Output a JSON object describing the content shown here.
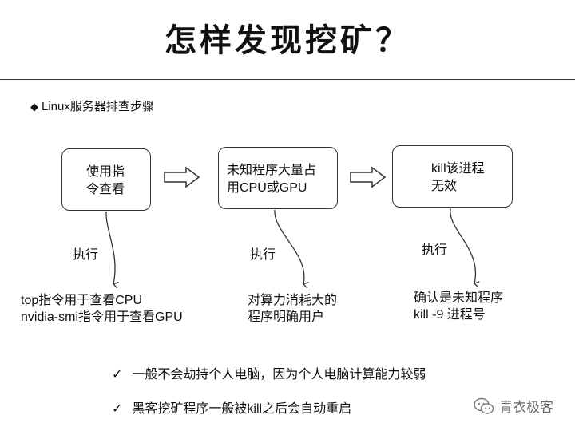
{
  "title": "怎样发现挖矿？",
  "subtitle": "Linux服务器排查步骤",
  "steps": [
    {
      "box_lines": [
        "使用指",
        "令查看"
      ],
      "action": "执行",
      "result": [
        "top指令用于查看CPU",
        "nvidia-smi指令用于查看GPU"
      ]
    },
    {
      "box_lines": [
        "未知程序大量占",
        "用CPU或GPU"
      ],
      "action": "执行",
      "result": [
        "对算力消耗大的",
        "程序明确用户"
      ]
    },
    {
      "box_lines": [
        "kill该进程",
        "无效"
      ],
      "action": "执行",
      "result": [
        "确认是未知程序",
        "kill -9 进程号"
      ]
    }
  ],
  "notes": [
    "一般不会劫持个人电脑，因为个人电脑计算能力较弱",
    "黑客挖矿程序一般被kill之后会自动重启"
  ],
  "watermark": "青衣极客",
  "icons": {
    "subtitle_marker": "diamond-icon",
    "note_marker": "checkmark-icon",
    "watermark_logo": "wechat-icon"
  }
}
